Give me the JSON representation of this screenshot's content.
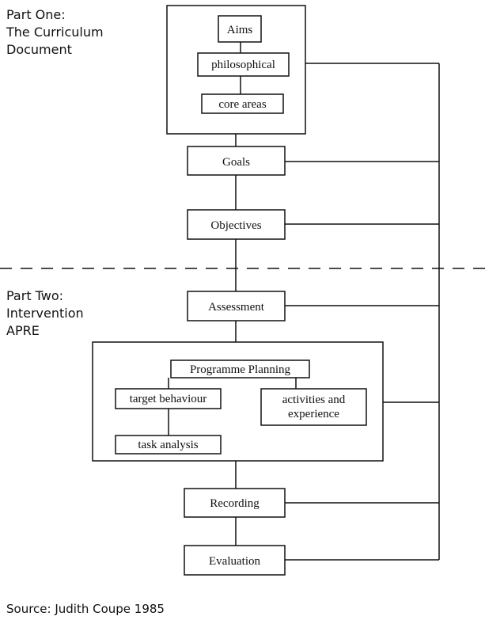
{
  "part_one": {
    "line1": "Part One:",
    "line2": "The Curriculum",
    "line3": "Document"
  },
  "part_two": {
    "line1": "Part Two:",
    "line2": "Intervention",
    "line3": "APRE"
  },
  "boxes": {
    "aims": "Aims",
    "philosophical": "philosophical",
    "core_areas": "core areas",
    "goals": "Goals",
    "objectives": "Objectives",
    "assessment": "Assessment",
    "programme_planning": "Programme Planning",
    "target_behaviour": "target behaviour",
    "activities_line1": "activities and",
    "activities_line2": "experience",
    "task_analysis": "task analysis",
    "recording": "Recording",
    "evaluation": "Evaluation"
  },
  "source": "Source: Judith Coupe 1985"
}
